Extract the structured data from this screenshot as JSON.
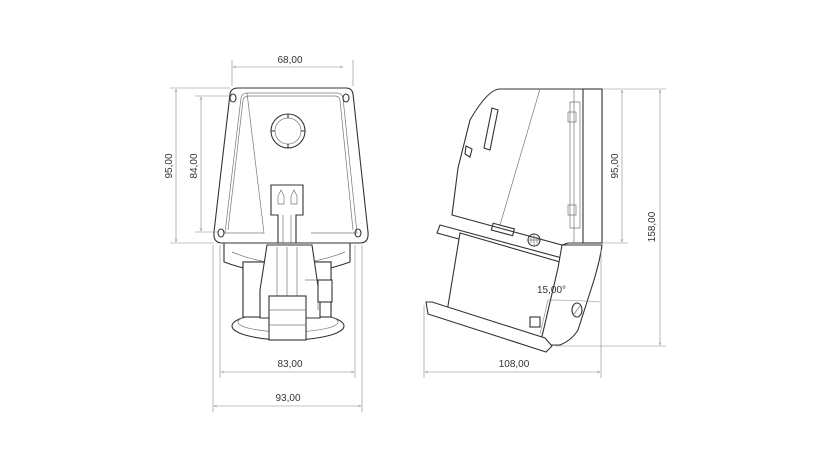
{
  "front_view": {
    "dimensions": {
      "top_width": "68,00",
      "overall_height": "95,00",
      "inner_height": "84,00",
      "body_width": "83,00",
      "overall_width": "93,00"
    }
  },
  "side_view": {
    "dimensions": {
      "plate_height": "95,00",
      "overall_height": "158,00",
      "overall_depth": "108,00",
      "tilt_angle": "15,00°"
    }
  },
  "colors": {
    "line": "#333333",
    "dimension": "#888888",
    "background": "#ffffff"
  }
}
